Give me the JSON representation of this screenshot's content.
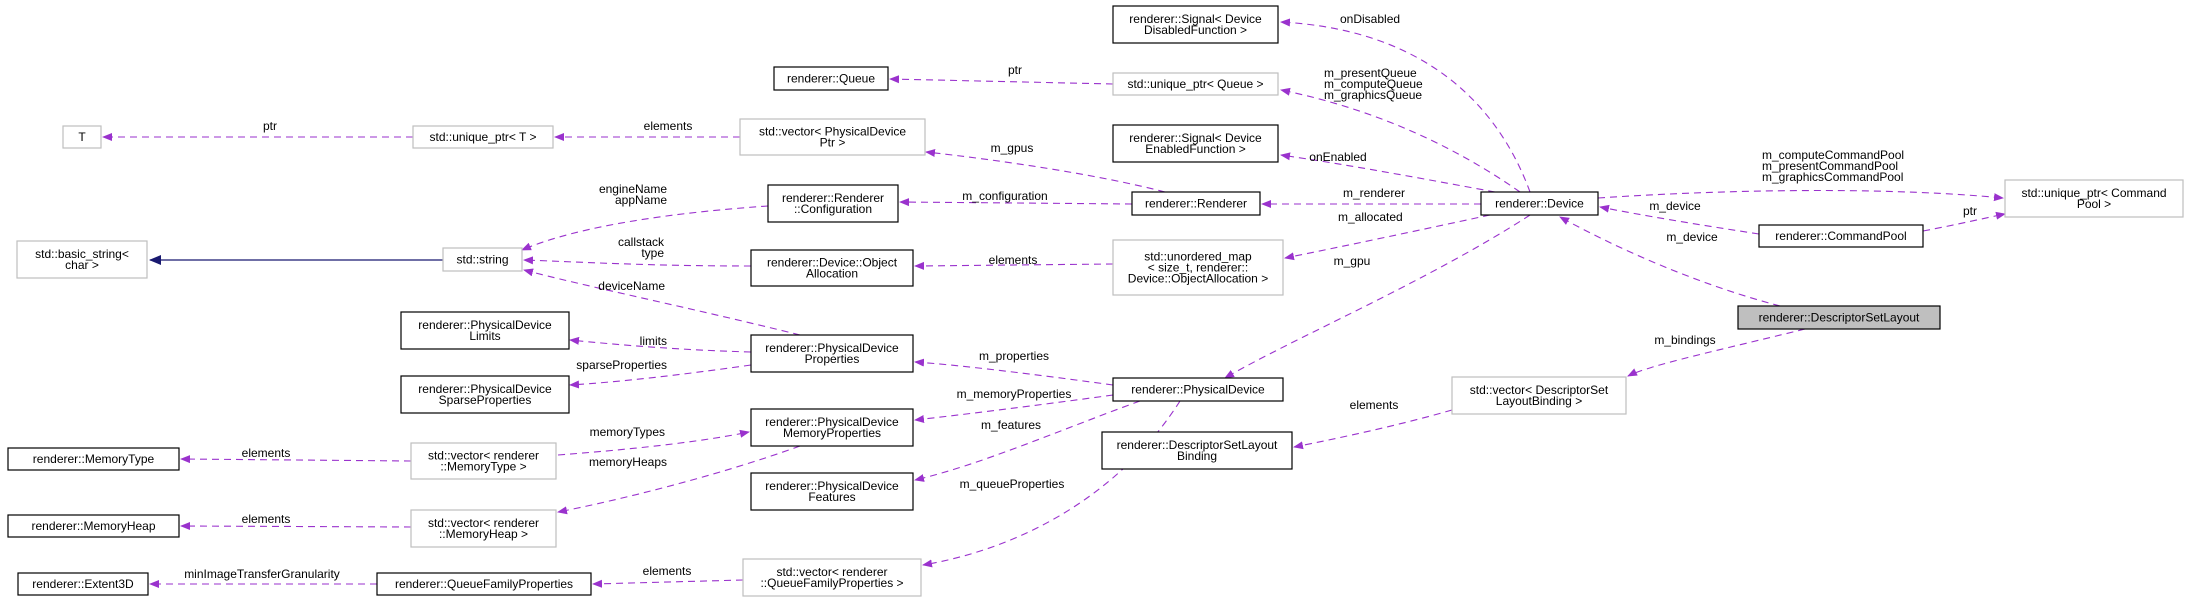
{
  "colors": {
    "usage_edge": "#9a32cd",
    "inherit_edge": "#191970",
    "highlight_fill": "#bfbfbf",
    "node_border_solid": "#000000",
    "node_border_grey": "#bfbfbf"
  },
  "nodes": {
    "T": [
      "T"
    ],
    "unique_ptr_T": [
      "std::unique_ptr< T >"
    ],
    "vector_pdevptr": [
      "std::vector< PhysicalDevice",
      "Ptr >"
    ],
    "queue": [
      "renderer::Queue"
    ],
    "signal_disabled": [
      "renderer::Signal< Device",
      "DisabledFunction >"
    ],
    "unique_ptr_queue": [
      "std::unique_ptr< Queue >"
    ],
    "signal_enabled": [
      "renderer::Signal< Device",
      "EnabledFunction >"
    ],
    "basic_string": [
      "std::basic_string<",
      "char >"
    ],
    "std_string": [
      "std::string"
    ],
    "renderer_config": [
      "renderer::Renderer",
      "::Configuration"
    ],
    "renderer": [
      "renderer::Renderer"
    ],
    "device": [
      "renderer::Device"
    ],
    "unique_ptr_cmdpool": [
      "std::unique_ptr< Command",
      "Pool >"
    ],
    "cmdpool": [
      "renderer::CommandPool"
    ],
    "object_allocation": [
      "renderer::Device::Object",
      "Allocation"
    ],
    "unordered_map": [
      "std::unordered_map",
      "< size_t, renderer::",
      "Device::ObjectAllocation >"
    ],
    "dsl": [
      "renderer::DescriptorSetLayout"
    ],
    "pd_limits": [
      "renderer::PhysicalDevice",
      "Limits"
    ],
    "pd_properties": [
      "renderer::PhysicalDevice",
      "Properties"
    ],
    "physical_device": [
      "renderer::PhysicalDevice"
    ],
    "vector_dslb": [
      "std::vector< DescriptorSet",
      "LayoutBinding >"
    ],
    "pd_sparse": [
      "renderer::PhysicalDevice",
      "SparseProperties"
    ],
    "pd_memprops": [
      "renderer::PhysicalDevice",
      "MemoryProperties"
    ],
    "dslb": [
      "renderer::DescriptorSetLayout",
      "Binding"
    ],
    "memory_type": [
      "renderer::MemoryType"
    ],
    "vector_memtype": [
      "std::vector< renderer",
      "::MemoryType >"
    ],
    "pd_features": [
      "renderer::PhysicalDevice",
      "Features"
    ],
    "memory_heap": [
      "renderer::MemoryHeap"
    ],
    "vector_memheap": [
      "std::vector< renderer",
      "::MemoryHeap >"
    ],
    "extent3d": [
      "renderer::Extent3D"
    ],
    "qfp": [
      "renderer::QueueFamilyProperties"
    ],
    "vector_qfp": [
      "std::vector< renderer",
      "::QueueFamilyProperties >"
    ]
  },
  "edge_labels": {
    "ptr_T": [
      "ptr"
    ],
    "elements_pdev": [
      "elements"
    ],
    "ptr_queue": [
      "ptr"
    ],
    "on_disabled": [
      "onDisabled"
    ],
    "queues": [
      "m_presentQueue",
      "m_computeQueue",
      "m_graphicsQueue"
    ],
    "m_gpus": [
      "m_gpus"
    ],
    "on_enabled": [
      "onEnabled"
    ],
    "engine_app": [
      "engineName",
      "appName"
    ],
    "m_configuration": [
      "m_configuration"
    ],
    "m_renderer": [
      "m_renderer"
    ],
    "cmd_pools": [
      "m_computeCommandPool",
      "m_presentCommandPool",
      "m_graphicsCommandPool"
    ],
    "ptr_cmdpool": [
      "ptr"
    ],
    "m_device_cmdpool": [
      "m_device"
    ],
    "callstack_type": [
      "callstack",
      "type"
    ],
    "elements_alloc": [
      "elements"
    ],
    "m_allocated": [
      "m_allocated"
    ],
    "m_device_dsl": [
      "m_device"
    ],
    "device_name": [
      "deviceName"
    ],
    "m_gpu": [
      "m_gpu"
    ],
    "m_bindings": [
      "m_bindings"
    ],
    "limits": [
      "limits"
    ],
    "m_properties": [
      "m_properties"
    ],
    "sparse_properties": [
      "sparseProperties"
    ],
    "memory_types": [
      "memoryTypes"
    ],
    "m_memory_properties": [
      "m_memoryProperties"
    ],
    "elements_bindings": [
      "elements"
    ],
    "elements_memtype": [
      "elements"
    ],
    "m_features": [
      "m_features"
    ],
    "memory_heaps": [
      "memoryHeaps"
    ],
    "m_queue_properties": [
      "m_queueProperties"
    ],
    "elements_memheap": [
      "elements"
    ],
    "min_image_transfer": [
      "minImageTransferGranularity"
    ],
    "elements_qfp": [
      "elements"
    ]
  }
}
